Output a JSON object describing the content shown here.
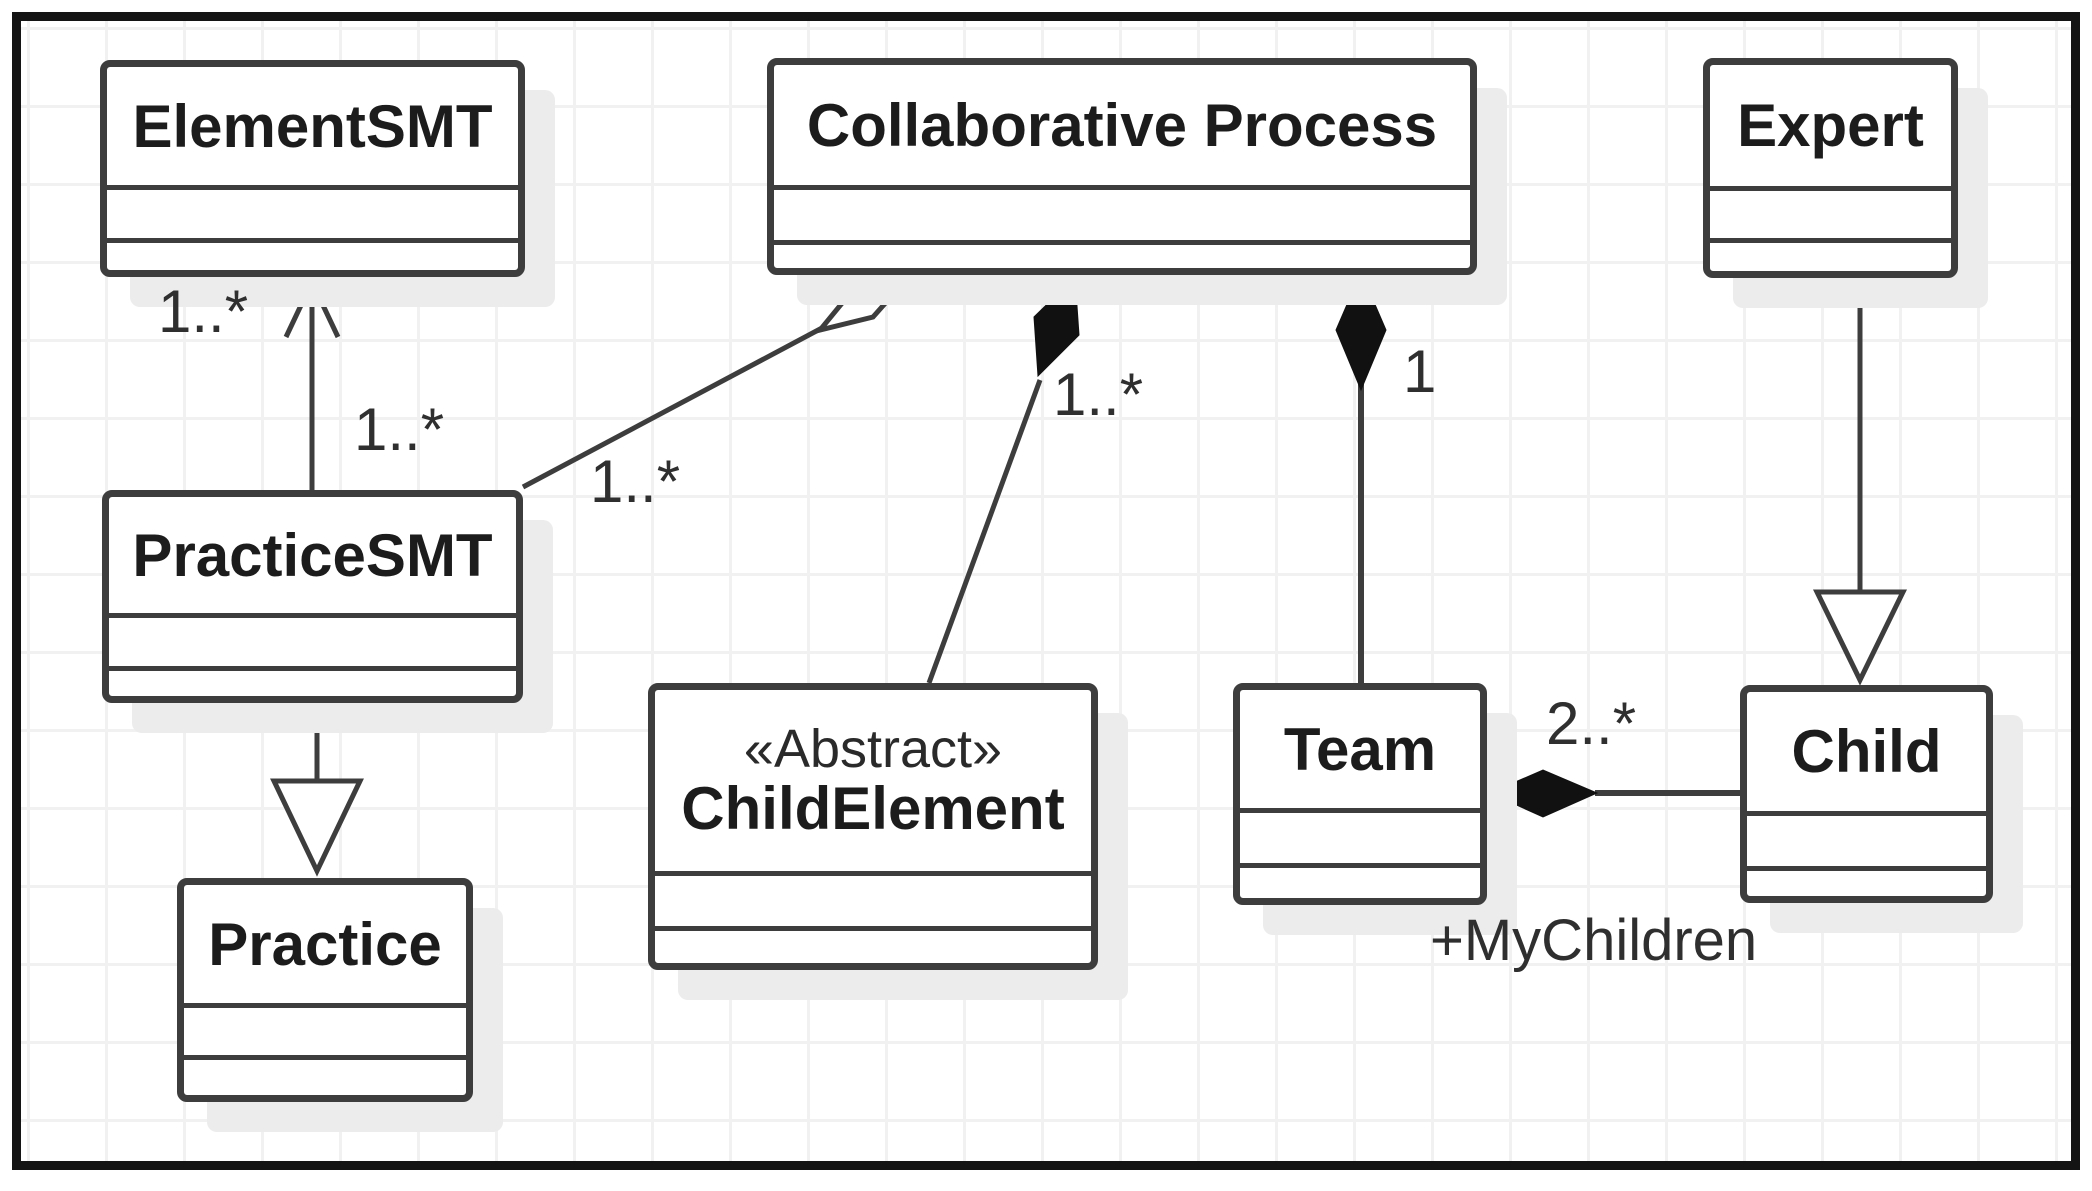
{
  "diagram": {
    "type": "uml-class-diagram",
    "colors": {
      "ink": "#3d3d3d",
      "frame": "#141414",
      "background": "#ffffff",
      "grid": "#f1f1f1",
      "shadow": "#ececec",
      "composition_fill": "#111111",
      "generalization_fill": "#ffffff"
    },
    "classes": {
      "element_smt": {
        "name": "ElementSMT"
      },
      "collaborative_process": {
        "name": "Collaborative Process"
      },
      "expert": {
        "name": "Expert"
      },
      "practice_smt": {
        "name": "PracticeSMT"
      },
      "child_element": {
        "stereotype": "«Abstract»",
        "name": "ChildElement"
      },
      "team": {
        "name": "Team"
      },
      "child": {
        "name": "Child"
      },
      "practice": {
        "name": "Practice"
      }
    },
    "relationships": {
      "practicesmt_elementsmt": {
        "type": "association-arrow",
        "source_multiplicity": "1..*",
        "target_multiplicity": "1..*"
      },
      "practicesmt_collaborativeprocess": {
        "type": "aggregation",
        "source_multiplicity": "1..*"
      },
      "collaborativeprocess_childelement": {
        "type": "composition",
        "multiplicity": "1..*"
      },
      "collaborativeprocess_team": {
        "type": "composition",
        "multiplicity": "1"
      },
      "expert_child": {
        "type": "generalization"
      },
      "practicesmt_practice": {
        "type": "generalization"
      },
      "team_child": {
        "type": "composition",
        "multiplicity": "2..*",
        "role": "+MyChildren"
      }
    }
  }
}
